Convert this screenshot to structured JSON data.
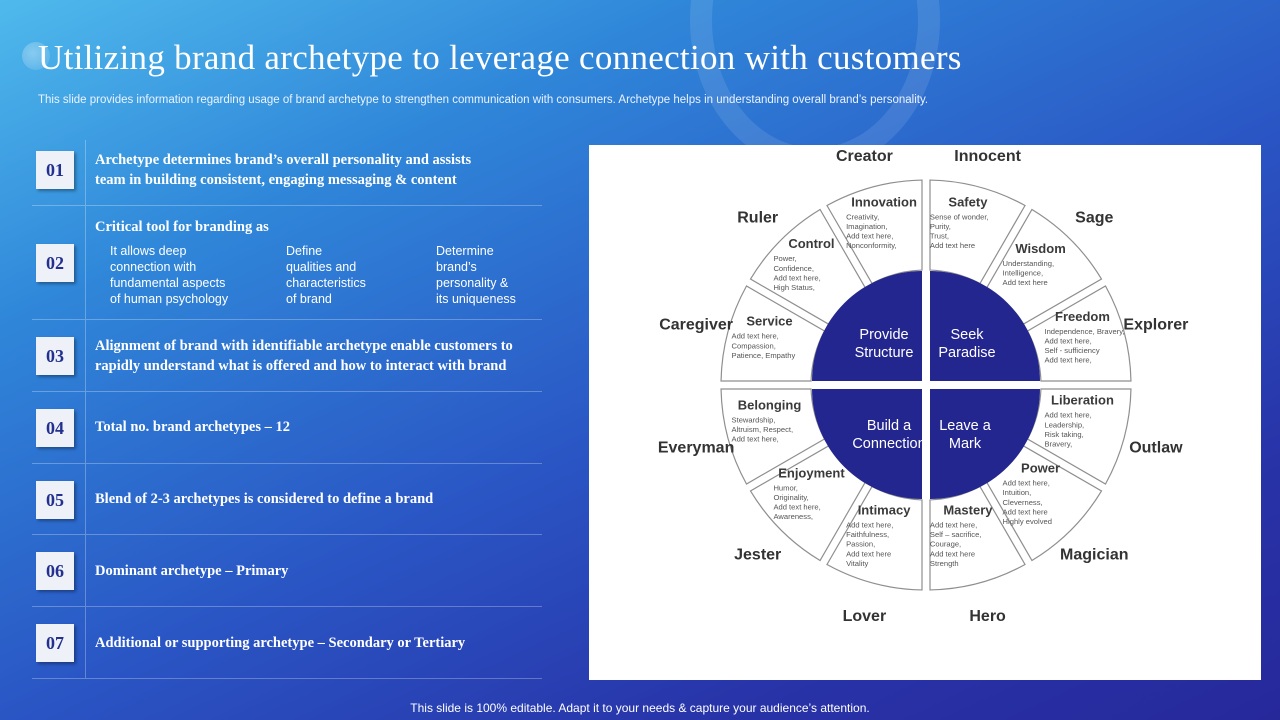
{
  "header": {
    "title": "Utilizing brand archetype to leverage connection with customers",
    "subtitle": "This slide provides information regarding usage of brand archetype to strengthen communication with consumers. Archetype helps in understanding overall brand’s personality."
  },
  "footer": {
    "text": "This slide is 100% editable. Adapt it to your needs & capture your audience’s attention."
  },
  "items": [
    {
      "num": "01",
      "lines": [
        "Archetype determines brand’s overall personality and assists",
        "team in building  consistent, engaging messaging & content"
      ]
    },
    {
      "num": "02",
      "lines": [
        "Critical  tool for branding  as"
      ],
      "subcols": [
        [
          "It allows deep",
          "connection with",
          "fundamental aspects",
          "of human psychology"
        ],
        [
          "Define",
          "qualities and",
          "characteristics",
          "of brand"
        ],
        [
          "Determine",
          "brand’s",
          "personality &",
          "its uniqueness"
        ]
      ]
    },
    {
      "num": "03",
      "lines": [
        "Alignment  of brand  with  identifiable  archetype enable customers to",
        "rapidly  understand  what is offered and how to interact  with  brand"
      ]
    },
    {
      "num": "04",
      "lines": [
        "Total no. brand  archetypes – 12"
      ]
    },
    {
      "num": "05",
      "lines": [
        "Blend of 2-3 archetypes is considered to define a brand"
      ]
    },
    {
      "num": "06",
      "lines": [
        "Dominant  archetype  – Primary"
      ]
    },
    {
      "num": "07",
      "lines": [
        "Additional  or supporting  archetype  – Secondary or Tertiary"
      ]
    }
  ],
  "wheel": {
    "center": [
      "Seek\nParadise",
      "Leave a\nMark",
      "Build a\nConnection",
      "Provide\nStructure"
    ],
    "colors": {
      "center": "#24268f",
      "outline": "#8f8f8f",
      "text": "#3a3a3a"
    },
    "segments": [
      {
        "heading": "Safety",
        "text": [
          "Sense of wonder,",
          "Purity,",
          "Trust,",
          "Add text here"
        ],
        "label": "Innocent"
      },
      {
        "heading": "Wisdom",
        "text": [
          "Understanding,",
          "Intelligence,",
          "Add text here"
        ],
        "label": "Sage"
      },
      {
        "heading": "Freedom",
        "text": [
          "Independence,   Bravery,",
          "Add text here,",
          "Self - sufficiency",
          "Add text here,"
        ],
        "label": "Explorer"
      },
      {
        "heading": "Liberation",
        "text": [
          "Add text here,",
          "Leadership,",
          "Risk taking,",
          "Bravery,"
        ],
        "label": "Outlaw"
      },
      {
        "heading": "Power",
        "text": [
          "Add text here,",
          "Intuition,",
          "Cleverness,",
          "Add text here",
          "Highly evolved"
        ],
        "label": "Magician"
      },
      {
        "heading": "Mastery",
        "text": [
          "Add text here,",
          "Self – sacrifice,",
          "Courage,",
          "Add text here",
          "Strength"
        ],
        "label": "Hero"
      },
      {
        "heading": "Intimacy",
        "text": [
          "Add text here,",
          "Faithfulness,",
          "Passion,",
          "Add text here",
          "Vitality"
        ],
        "label": "Lover"
      },
      {
        "heading": "Enjoyment",
        "text": [
          "Humor,",
          "Originality,",
          "Add text here,",
          "Awareness,"
        ],
        "label": "Jester"
      },
      {
        "heading": "Belonging",
        "text": [
          "Stewardship,",
          "Altruism, Respect,",
          "Add text here,"
        ],
        "label": "Everyman"
      },
      {
        "heading": "Service",
        "text": [
          "Add text here,",
          "Compassion,",
          "Patience,  Empathy"
        ],
        "label": "Caregiver"
      },
      {
        "heading": "Control",
        "text": [
          "Power,",
          "Confidence,",
          "Add text here,",
          "High Status,"
        ],
        "label": "Ruler"
      },
      {
        "heading": "Innovation",
        "text": [
          "Creativity,",
          "Imagination,",
          "Add text here,",
          "Nonconformity,"
        ],
        "label": "Creator"
      }
    ]
  }
}
